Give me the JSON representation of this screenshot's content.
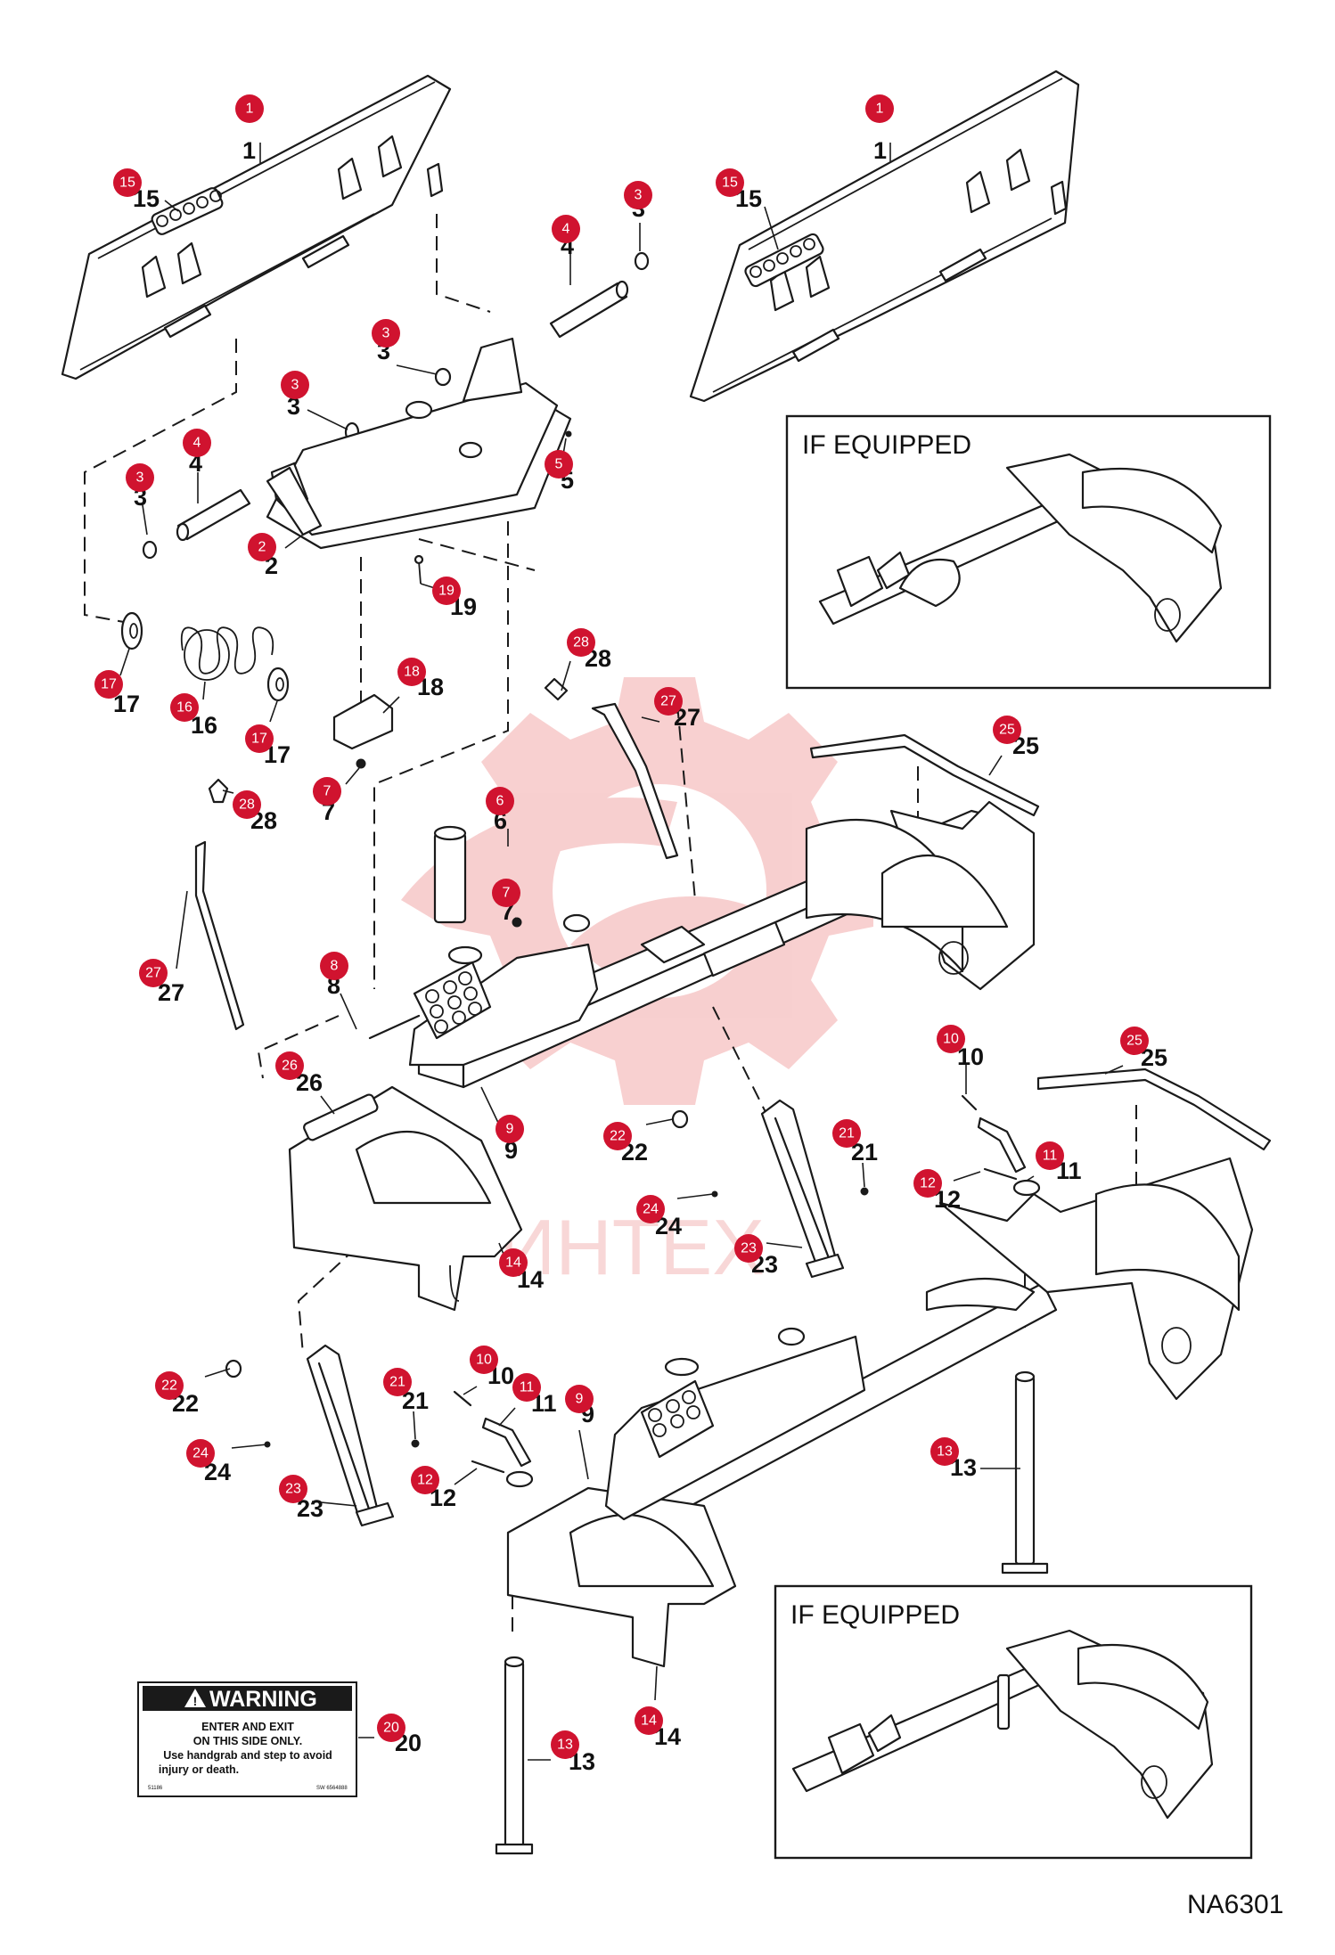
{
  "colors": {
    "callout_badge": "#d0132f",
    "line_art": "#1a1a1a",
    "watermark": "#f2a9a9",
    "background": "#ffffff"
  },
  "figure_code": "NA6301",
  "inset_boxes": [
    {
      "title": "IF EQUIPPED"
    },
    {
      "title": "IF EQUIPPED"
    }
  ],
  "warning_decal": {
    "heading": "WARNING",
    "lines": [
      "ENTER AND EXIT",
      "ON THIS SIDE ONLY.",
      "Use handgrab and step to avoid",
      "injury or death."
    ],
    "code_left": "51186",
    "code_right": "SW 6564888"
  },
  "watermark": {
    "text": "ИНТЕХ"
  },
  "callouts": [
    {
      "number": "1"
    },
    {
      "number": "15"
    },
    {
      "number": "3"
    },
    {
      "number": "4"
    },
    {
      "number": "3"
    },
    {
      "number": "3"
    },
    {
      "number": "4"
    },
    {
      "number": "3"
    },
    {
      "number": "5"
    },
    {
      "number": "2"
    },
    {
      "number": "19"
    },
    {
      "number": "1"
    },
    {
      "number": "15"
    },
    {
      "number": "17"
    },
    {
      "number": "16"
    },
    {
      "number": "17"
    },
    {
      "number": "18"
    },
    {
      "number": "7"
    },
    {
      "number": "28"
    },
    {
      "number": "27"
    },
    {
      "number": "25"
    },
    {
      "number": "28"
    },
    {
      "number": "6"
    },
    {
      "number": "7"
    },
    {
      "number": "27"
    },
    {
      "number": "8"
    },
    {
      "number": "26"
    },
    {
      "number": "9"
    },
    {
      "number": "22"
    },
    {
      "number": "21"
    },
    {
      "number": "24"
    },
    {
      "number": "23"
    },
    {
      "number": "14"
    },
    {
      "number": "10"
    },
    {
      "number": "25"
    },
    {
      "number": "11"
    },
    {
      "number": "12"
    },
    {
      "number": "13"
    },
    {
      "number": "22"
    },
    {
      "number": "10"
    },
    {
      "number": "11"
    },
    {
      "number": "21"
    },
    {
      "number": "9"
    },
    {
      "number": "24"
    },
    {
      "number": "12"
    },
    {
      "number": "23"
    },
    {
      "number": "20"
    },
    {
      "number": "13"
    },
    {
      "number": "14"
    }
  ]
}
